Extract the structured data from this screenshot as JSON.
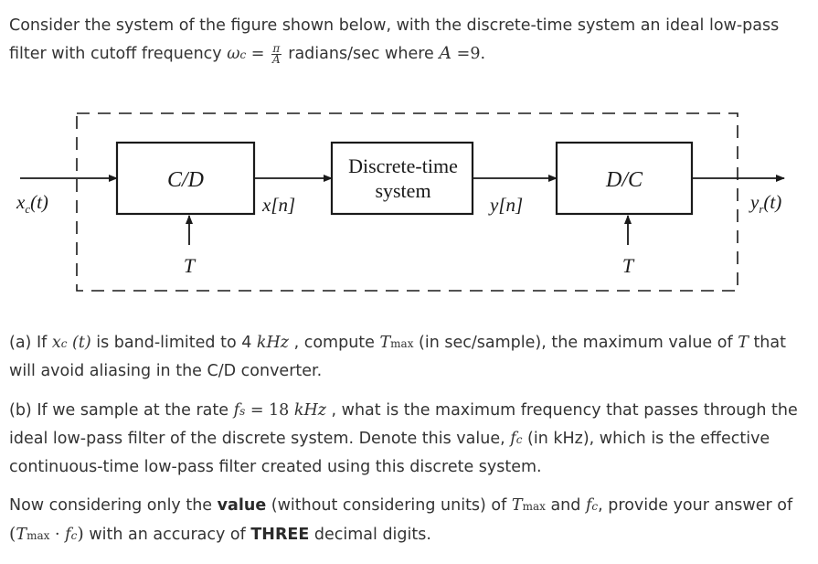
{
  "intro": {
    "line1": "Consider the system of the figure shown below, with the discrete-time system an ideal low-pass",
    "line2_pre": "filter with cutoff frequency ",
    "omega": "ω",
    "omega_sub": "c",
    "equals": " = ",
    "frac_num": "π",
    "frac_den": "A",
    "line2_mid": " radians/sec where ",
    "A_sym": "A",
    "A_val": " =9."
  },
  "diagram": {
    "input_label": "x_c(t)",
    "input_main": "x",
    "input_sub": "c",
    "input_arg": "(t)",
    "block1": "C/D",
    "block2_line1": "Discrete-time",
    "block2_line2": "system",
    "block3": "D/C",
    "signal_xn": "x[n]",
    "signal_yn": "y[n]",
    "output_main": "y",
    "output_sub": "r",
    "output_arg": "(t)",
    "T1": "T",
    "T2": "T"
  },
  "part_a": {
    "label": "(a)",
    "pre": " If ",
    "x": "x",
    "x_sub": "c",
    "arg": " (t)",
    "mid": " is band-limited to 4 ",
    "unit": "kHz",
    "post": " , compute ",
    "T": "T",
    "T_sub": "max",
    "post2": " (in sec/sample), the maximum value of ",
    "T2": "T",
    "post3": " that",
    "line2": "will avoid aliasing in the C/D converter."
  },
  "part_b": {
    "label": "(b)",
    "pre": " If we sample at the rate ",
    "f": "f",
    "f_sub": "s",
    "eq": " = 18 ",
    "unit": "kHz",
    "post": " , what is the maximum frequency that passes through the",
    "line2_pre": "ideal low-pass filter of the discrete system. Denote this value, ",
    "fc": "f",
    "fc_sub": "c",
    "line2_post": " (in kHz), which is the effective",
    "line3": "continuous-time low-pass filter created using this discrete system."
  },
  "final": {
    "pre": "Now considering only the ",
    "bold1": "value",
    "mid": " (without considering units) of ",
    "T": "T",
    "T_sub": "max",
    "and": " and ",
    "f": "f",
    "f_sub": "c",
    "post": ", provide your answer of",
    "open": "(",
    "T2": "T",
    "T2_sub": "max",
    "dot": " · ",
    "f2": "f",
    "f2_sub": "c",
    "close": ")",
    "line2_mid": " with an accuracy of ",
    "bold2": "THREE",
    "line2_post": " decimal digits."
  }
}
